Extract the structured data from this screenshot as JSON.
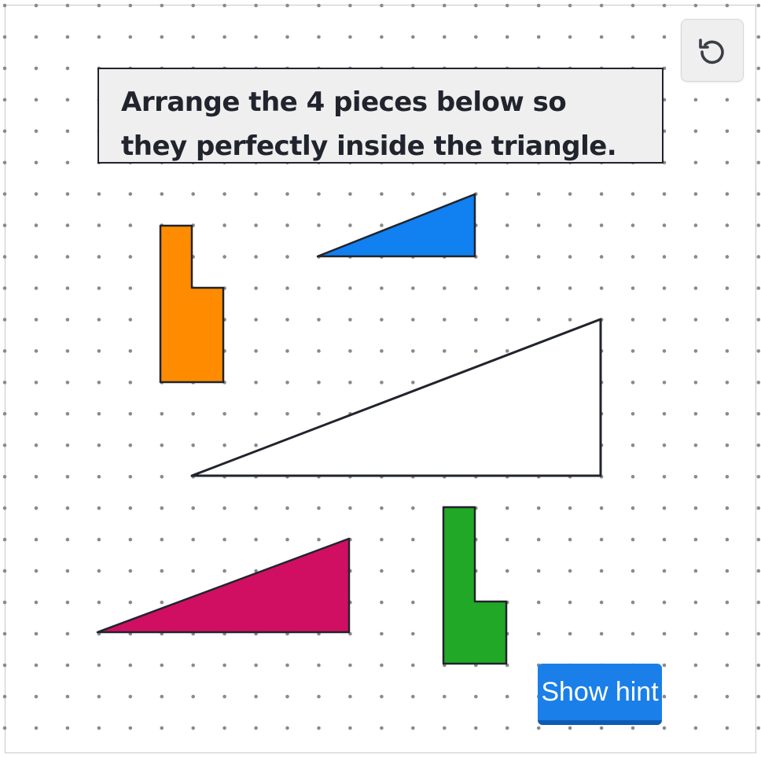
{
  "prompt": {
    "text": "Arrange the 4 pieces below so they perfectly inside the triangle."
  },
  "controls": {
    "reset_icon": "rotate-ccw-icon",
    "hint_label": "Show hint"
  },
  "colors": {
    "grid_dot": "#8a8a8a",
    "outline": "#21242c",
    "orange_piece": "#ff8c00",
    "blue_piece": "#1180f0",
    "magenta_piece": "#d10f62",
    "green_piece": "#22a827",
    "target_fill": "#ffffff",
    "hint_button": "#1a7fe8"
  },
  "pieces": [
    {
      "name": "orange-l-piece",
      "color": "orange"
    },
    {
      "name": "blue-triangle-piece",
      "color": "blue"
    },
    {
      "name": "magenta-triangle-piece",
      "color": "magenta"
    },
    {
      "name": "green-l-piece",
      "color": "green"
    }
  ],
  "target": {
    "name": "target-triangle-outline"
  }
}
